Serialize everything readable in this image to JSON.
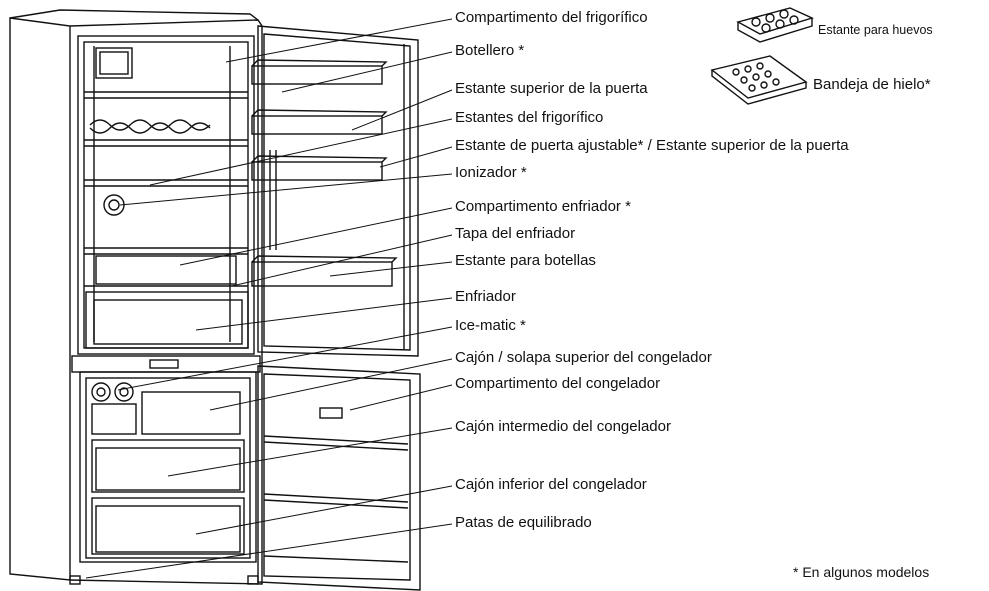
{
  "labels": [
    "Compartimento del frigorífico",
    "Botellero *",
    "Estante superior de la puerta",
    "Estantes del frigorífico",
    "Estante de puerta ajustable* / Estante superior de la puerta",
    "Ionizador *",
    "Compartimento enfriador *",
    "Tapa del enfriador",
    "Estante para botellas",
    "Enfriador",
    "Ice-matic *",
    "Cajón / solapa superior del congelador",
    "Compartimento del congelador",
    "Cajón intermedio del congelador",
    "Cajón inferior del congelador",
    "Patas de equilibrado"
  ],
  "accessories": {
    "egg_tray": "Estante para huevos",
    "ice_tray": "Bandeja de hielo*"
  },
  "footnote": "* En algunos modelos"
}
